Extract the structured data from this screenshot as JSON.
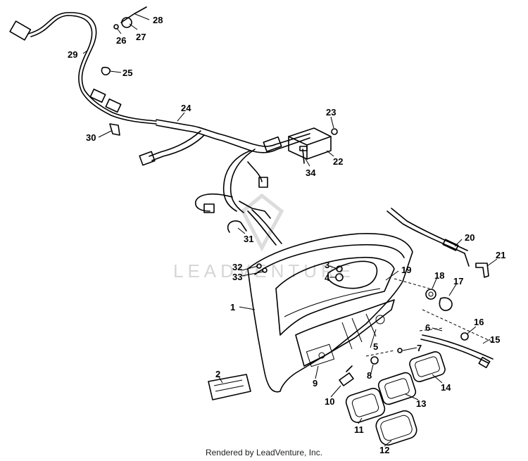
{
  "diagram": {
    "callouts": [
      "1",
      "2",
      "3",
      "4",
      "5",
      "6",
      "7",
      "8",
      "9",
      "10",
      "11",
      "12",
      "13",
      "14",
      "15",
      "16",
      "17",
      "18",
      "19",
      "20",
      "21",
      "22",
      "23",
      "24",
      "25",
      "26",
      "27",
      "28",
      "29",
      "30",
      "31",
      "32",
      "33",
      "34"
    ]
  },
  "watermark": {
    "text": "LEADVENTURE"
  },
  "footer": {
    "text": "Rendered by LeadVenture, Inc."
  }
}
